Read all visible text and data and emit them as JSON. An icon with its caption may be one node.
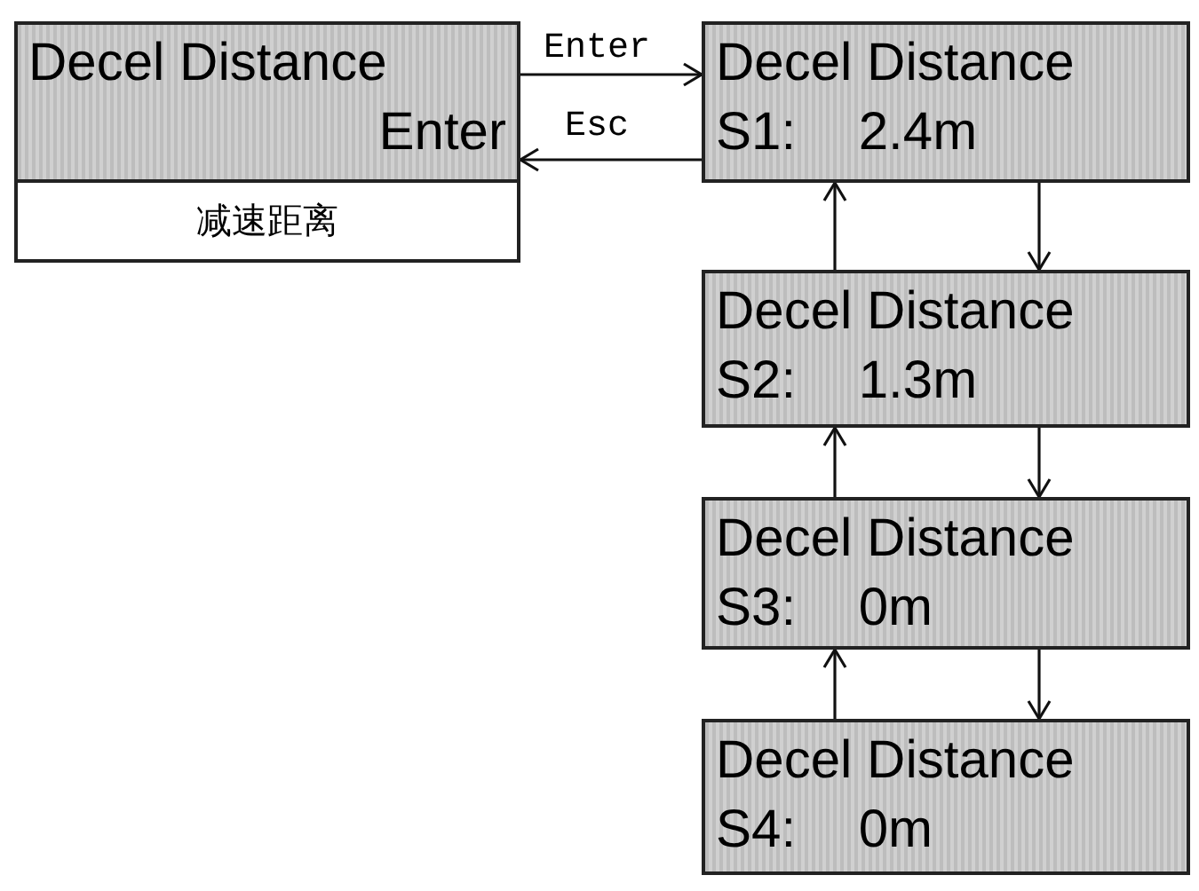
{
  "diagram": {
    "nodes": [
      {
        "text": [
          "Decel Distance",
          "Enter"
        ]
      },
      {
        "text": [
          "减速距离"
        ]
      },
      {
        "text": [
          "Decel Distance",
          "S1: 2.4m"
        ]
      },
      {
        "text": [
          "Decel Distance",
          "S2: 1.3m"
        ]
      },
      {
        "text": [
          "Decel Distance",
          "S3: 0m"
        ]
      },
      {
        "text": [
          "Decel Distance",
          "S4: 0m"
        ]
      }
    ],
    "edges": [
      {
        "from": 0,
        "to": 2,
        "arrow": "to",
        "label": "Enter"
      },
      {
        "from": 2,
        "to": 0,
        "arrow": "to",
        "label": "Esc"
      },
      {
        "from": 3,
        "to": 2,
        "arrow": "to"
      },
      {
        "from": 2,
        "to": 3,
        "arrow": "to"
      },
      {
        "from": 4,
        "to": 3,
        "arrow": "to"
      },
      {
        "from": 3,
        "to": 4,
        "arrow": "to"
      },
      {
        "from": 5,
        "to": 4,
        "arrow": "to"
      },
      {
        "from": 4,
        "to": 5,
        "arrow": "to"
      }
    ]
  }
}
